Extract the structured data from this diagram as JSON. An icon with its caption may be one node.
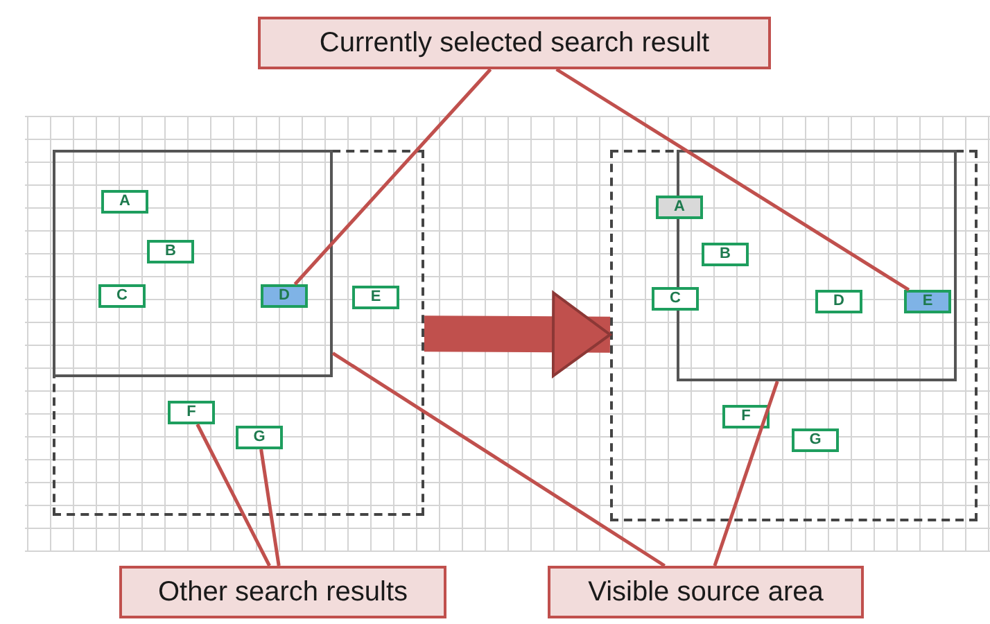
{
  "diagram": {
    "nodes": [
      {
        "text": [
          "Currently selected search result"
        ]
      },
      {
        "text": [],
        "shape": "box"
      },
      {
        "text": [],
        "shape": "box",
        "in": 1
      },
      {
        "text": [
          "A"
        ],
        "in": 2
      },
      {
        "text": [
          "B"
        ],
        "in": 2
      },
      {
        "text": [
          "C"
        ],
        "in": 2
      },
      {
        "text": [
          "D"
        ],
        "in": 2
      },
      {
        "text": [
          "E"
        ],
        "in": 1
      },
      {
        "text": [
          "F"
        ],
        "in": 1
      },
      {
        "text": [
          "G"
        ],
        "in": 1
      },
      {
        "text": [],
        "shape": "box"
      },
      {
        "text": [],
        "shape": "box",
        "in": 10
      },
      {
        "text": [
          "A"
        ],
        "in": 10
      },
      {
        "text": [
          "B"
        ],
        "in": 11
      },
      {
        "text": [
          "C"
        ],
        "in": 10
      },
      {
        "text": [
          "D"
        ],
        "in": 11
      },
      {
        "text": [
          "E"
        ],
        "in": 11
      },
      {
        "text": [
          "F"
        ],
        "in": 10
      },
      {
        "text": [
          "G"
        ],
        "in": 10
      },
      {
        "text": [
          "Other search results"
        ]
      },
      {
        "text": [
          "Visible source area"
        ]
      }
    ],
    "edges": [
      {
        "from": 1,
        "to": 10,
        "arrow": "to",
        "style": "thick"
      },
      {
        "from": 0,
        "to": 6,
        "arrow": "none"
      },
      {
        "from": 0,
        "to": 16,
        "arrow": "none"
      },
      {
        "from": 19,
        "to": 8,
        "arrow": "none"
      },
      {
        "from": 19,
        "to": 9,
        "arrow": "none"
      },
      {
        "from": 20,
        "to": 2,
        "arrow": "none"
      },
      {
        "from": 20,
        "to": 11,
        "arrow": "none"
      }
    ]
  }
}
